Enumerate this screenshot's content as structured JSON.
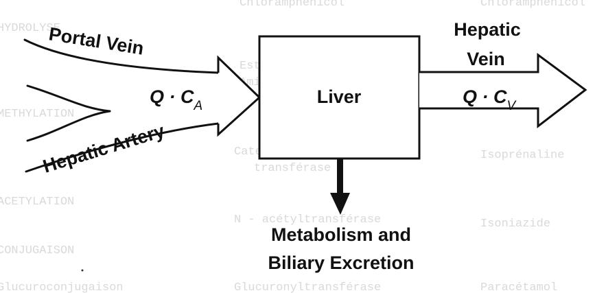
{
  "diagram": {
    "nodes": {
      "liver": "Liver"
    },
    "inflows": {
      "portal_vein": "Portal Vein",
      "hepatic_artery": "Hepatic Artery",
      "formula_main": "Q · C",
      "formula_sub": "A"
    },
    "outflow": {
      "line1": "Hepatic",
      "line2": "Vein",
      "formula_main": "Q · C",
      "formula_sub": "V"
    },
    "metabolism": {
      "line1": "Metabolism and",
      "line2": "Biliary Excretion"
    }
  },
  "background_text": {
    "col1": [
      "HYDROLYSE",
      "METHYLATION",
      "ACETYLATION",
      "CONJUGAISON",
      "Glucuroconjugaison"
    ],
    "col2": [
      "Estérases",
      "Amidases",
      "Catéchol - O - méthyl",
      "transférase",
      "N - acétyltransférase",
      "Glucuronyltransférase",
      "Chloramphénicol"
    ],
    "col3": [
      "Chloramphénicol",
      "Isoprénaline",
      "Isoniazide",
      "Paracétamol"
    ]
  },
  "colors": {
    "ink": "#111111",
    "ghost": "#d9d9d9",
    "paper": "#ffffff"
  }
}
